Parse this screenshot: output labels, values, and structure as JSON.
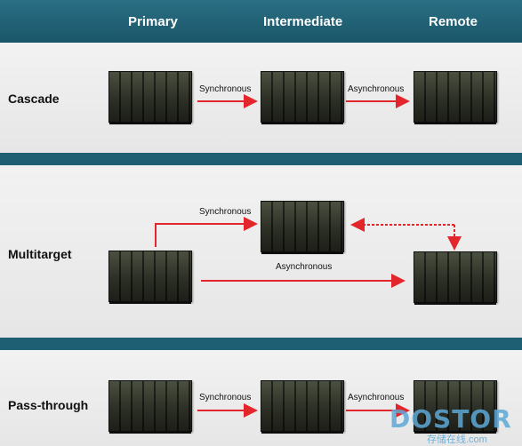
{
  "columns": {
    "primary": "Primary",
    "intermediate": "Intermediate",
    "remote": "Remote"
  },
  "rows": {
    "cascade": {
      "label": "Cascade",
      "link1": "Synchronous",
      "link2": "Asynchronous"
    },
    "multitarget": {
      "label": "Multitarget",
      "link1": "Synchronous",
      "link2": "Asynchronous"
    },
    "passthrough": {
      "label": "Pass-through",
      "link1": "Synchronous",
      "link2": "Asynchronous"
    }
  },
  "colors": {
    "accent": "#e3262b",
    "band": "#1f5f73"
  },
  "watermark": {
    "brand": "DOSTOR",
    "sub": "存储在线.com"
  }
}
